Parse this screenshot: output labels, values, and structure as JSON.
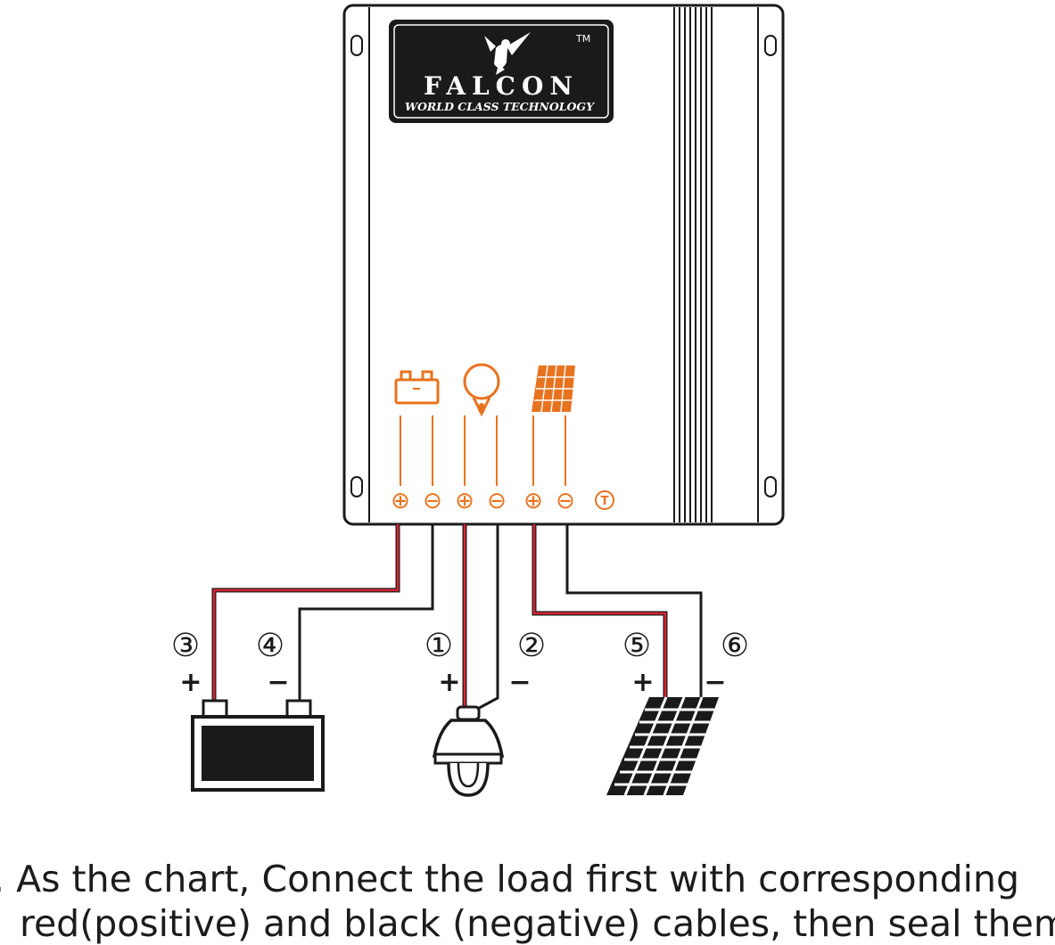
{
  "brand": {
    "name": "FALCON",
    "tagline": "WORLD CLASS TECHNOLOGY",
    "trademark": "TM"
  },
  "terminals": {
    "battery_positive": "⊕",
    "battery_negative": "⊖",
    "load_positive": "⊕",
    "load_negative": "⊖",
    "solar_positive": "⊕",
    "solar_negative": "⊖",
    "temperature": "T"
  },
  "wires": [
    {
      "number": "③",
      "polarity": "+"
    },
    {
      "number": "④",
      "polarity": "−"
    },
    {
      "number": "①",
      "polarity": "+"
    },
    {
      "number": "②",
      "polarity": "−"
    },
    {
      "number": "⑤",
      "polarity": "+"
    },
    {
      "number": "⑥",
      "polarity": "−"
    }
  ],
  "colors": {
    "accent": "#e8731f",
    "positive_wire": "#d9232e",
    "negative_wire": "#1a1a1a"
  },
  "icons": [
    "battery-icon",
    "bulb-icon",
    "solar-panel-icon",
    "lamp-icon"
  ],
  "caption": {
    "line1": ". As the chart,  Connect the load first with corresponding",
    "line2": "red(positive) and black (negative) cables, then seal them"
  }
}
